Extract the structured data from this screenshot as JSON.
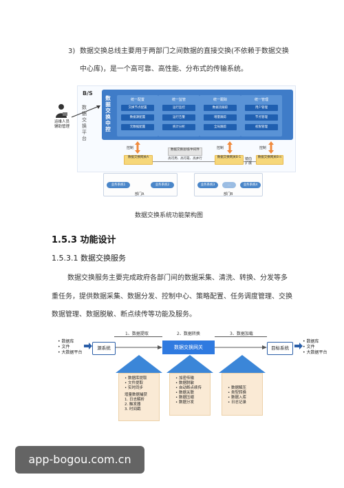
{
  "intro": {
    "item_number": "3)",
    "line1": "数据交换总线主要用于两部门之间数据的直接交换(不依赖于数据交换",
    "line2": "中心库)，是一个高可靠、高性能、分布式的传输系统。"
  },
  "arch_diagram": {
    "bs_label": "B/S",
    "platform_label": [
      "数",
      "据",
      "交",
      "换",
      "平",
      "台"
    ],
    "hub_label": [
      "数",
      "据",
      "交",
      "换",
      "中",
      "控"
    ],
    "user_label": "运维人员",
    "user_sublabel": "辅助管理",
    "modules": [
      {
        "title": "统一配置",
        "items": [
          "交换节点配置",
          "数据源配置",
          "元数据配置"
        ]
      },
      {
        "title": "统一监管",
        "items": [
          "运行监控",
          "运行告警",
          "统计分析"
        ]
      },
      {
        "title": "统一跟踪",
        "items": [
          "数据流跟踪",
          "增量跟踪",
          "全局跟踪"
        ]
      },
      {
        "title": "统一管理",
        "items": [
          "用户管理",
          "节点管理",
          "权限管理"
        ]
      }
    ],
    "control_labels": [
      "控制",
      "控制",
      "控制"
    ],
    "center_box": "数据交换总线/中间件",
    "center_note": "高可用、高可靠、高并行",
    "mirror_label": "镜向扩展",
    "gateways": [
      "数据交换网关A",
      "数据交换网关B-1",
      "数据交换网关B-n"
    ],
    "dept_a": {
      "label": "部门A",
      "systems": [
        "业务系统1",
        "业务系统2"
      ]
    },
    "dept_b": {
      "label": "部门B",
      "systems": [
        "业务系统3",
        "...",
        "业务系统4"
      ]
    },
    "caption": "数据交换系统功能架构图"
  },
  "section": {
    "heading": "1.5.3 功能设计",
    "subheading": "1.5.3.1 数据交换服务",
    "para_line1": "数据交换服务主要完成政府各部门间的数据采集、清洗、转换、分发等多",
    "para_line2": "重任务，提供数据采集、数据分发、控制中心、策略配置、任务调度管理、交换",
    "para_line3": "数据管理、数据脱敏、断点续传等功能及服务。"
  },
  "flow_diagram": {
    "steps": [
      "1、数据提取",
      "2、数据转换",
      "3、数据加载"
    ],
    "source_box": "源系统",
    "gateway_box": "数据交换网关",
    "target_box": "目标系统",
    "source_items": [
      "数据库",
      "文件",
      "大数据平台"
    ],
    "target_items": [
      "数据库",
      "文件",
      "大数据平台"
    ],
    "card1": [
      "• 数据库提取",
      "• 文件提取",
      "• 实时同步",
      "",
      "增量数据捕获",
      "1.  日志解析",
      "2.  触发器",
      "3.  时间戳"
    ],
    "card2": [
      "• 加密传输",
      "• 数据脱敏",
      "• 自动断点续传",
      "• 数据关联",
      "• 数据压缩",
      "• 数据分发"
    ],
    "card3": [
      "• 数据解压",
      "• 类型转换",
      "• 数据入库",
      "• 日志记录"
    ]
  },
  "watermark": "app-bogou.com.cn"
}
